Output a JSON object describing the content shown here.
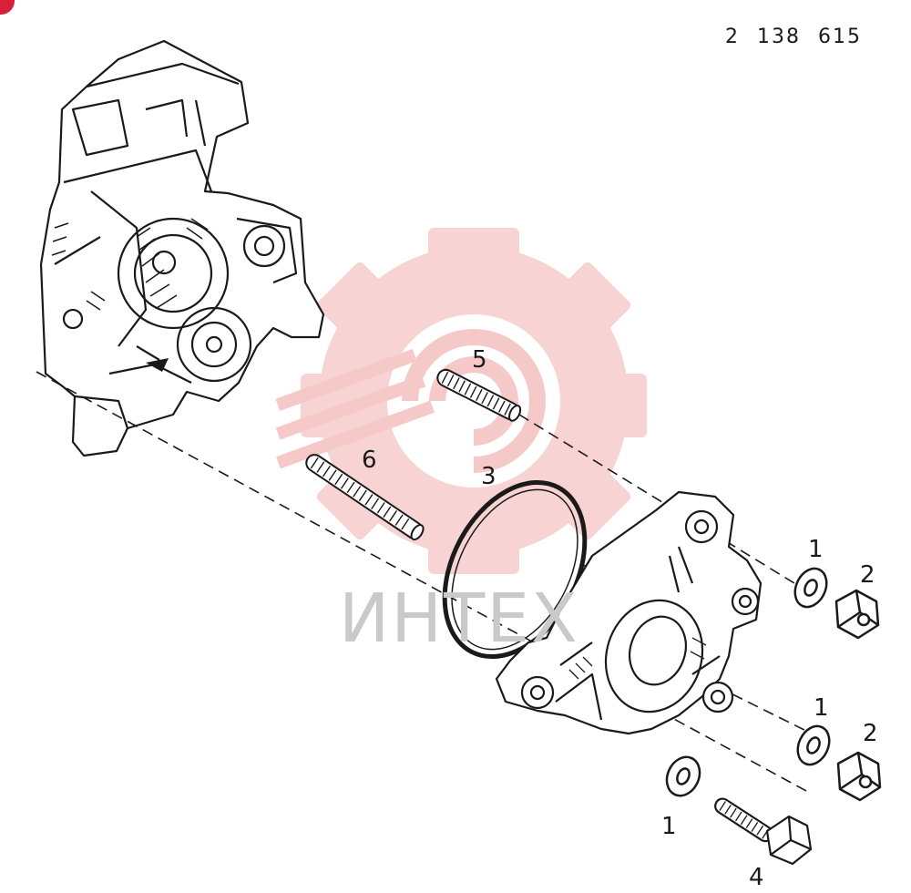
{
  "drawing_number": "2 138 615",
  "watermark": {
    "text": "ИНТЕХ",
    "color": "#f4c2c2"
  },
  "callouts": [
    {
      "id": "c5",
      "text": "5"
    },
    {
      "id": "c6",
      "text": "6"
    },
    {
      "id": "c3",
      "text": "3"
    },
    {
      "id": "c1a",
      "text": "1"
    },
    {
      "id": "c2a",
      "text": "2"
    },
    {
      "id": "c1b",
      "text": "1"
    },
    {
      "id": "c2b",
      "text": "2"
    },
    {
      "id": "c1c",
      "text": "1"
    },
    {
      "id": "c4",
      "text": "4"
    }
  ],
  "colors": {
    "ink": "#1a1a1a",
    "accent": "#d9203a"
  }
}
